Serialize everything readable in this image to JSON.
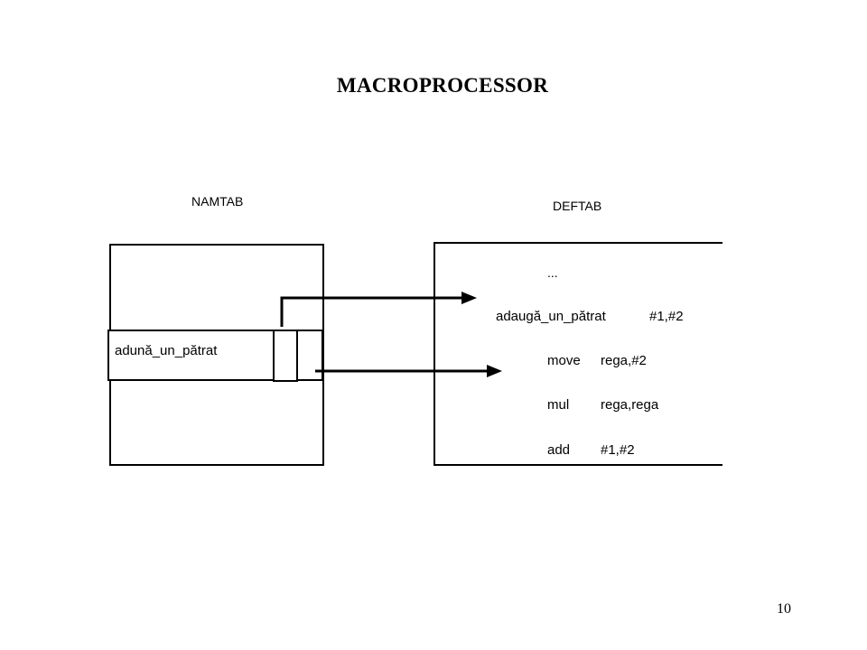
{
  "title": "MACROPROCESSOR",
  "namtab": {
    "label": "NAMTAB",
    "entry": "adună_un_pătrat"
  },
  "deftab": {
    "label": "DEFTAB",
    "lines": [
      {
        "op": "...",
        "args": ""
      },
      {
        "op": "adaugă_un_pătrat",
        "args": "#1,#2"
      },
      {
        "op": "move",
        "args": "rega,#2"
      },
      {
        "op": "mul",
        "args": "rega,rega"
      },
      {
        "op": "add",
        "args": "#1,#2"
      }
    ]
  },
  "page_number": "10"
}
